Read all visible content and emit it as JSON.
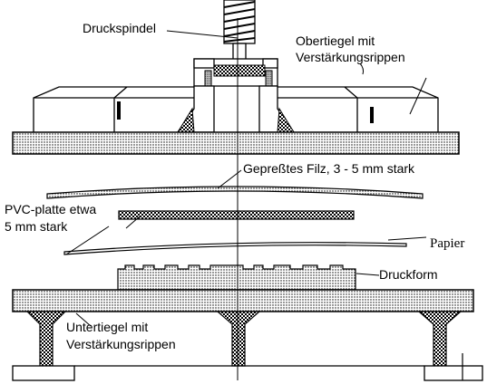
{
  "labels": {
    "druckspindel": "Druckspindel",
    "obertiegel_line1": "Obertiegel mit",
    "obertiegel_line2": "Verstärkungsrippen",
    "filz": "Gepreßtes Filz, 3 - 5 mm stark",
    "pvc_line1": "PVC-platte etwa",
    "pvc_line2": "5 mm stark",
    "papier": "Papier",
    "druckform": "Druckform",
    "untertiegel_line1": "Untertiegel mit",
    "untertiegel_line2": "Verstärkungsrippen"
  },
  "colors": {
    "line": "#000000",
    "background": "#ffffff",
    "hatch_fill": "#c0c0c0",
    "stipple_fill": "#d8d8d8"
  }
}
